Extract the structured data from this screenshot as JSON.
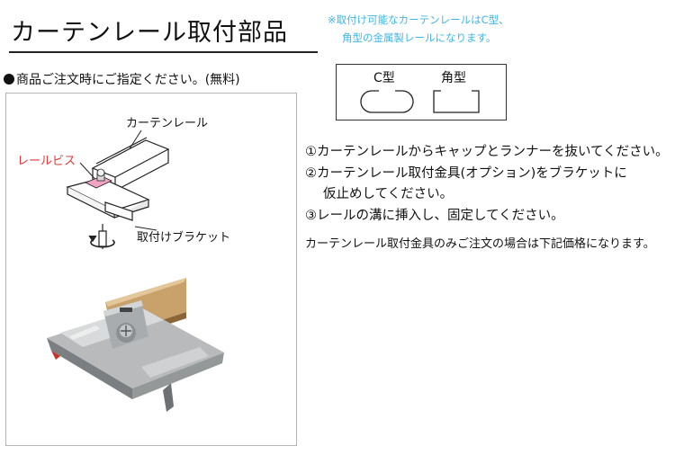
{
  "heading": {
    "title": "カーテンレール取付部品"
  },
  "notice": {
    "line1": "※取付け可能なカーテンレールはC型、",
    "line2": "角型の金属製レールになります。"
  },
  "rail_types": {
    "c_type_label": "C型",
    "square_type_label": "角型"
  },
  "order_note": {
    "text": "商品ご注文時にご指定ください。(無料)"
  },
  "diagram": {
    "label_rail": "カーテンレール",
    "label_screw": "レールビス",
    "label_bracket": "取付けブラケット",
    "screw_label_color": "#e03a3a"
  },
  "instructions": {
    "step1": "①カーテンレールからキャップとランナーを抜いてください。",
    "step2_line1": "②カーテンレール取付金具(オプション)をブラケットに",
    "step2_line2": "仮止めしてください。",
    "step3": "③レールの溝に挿入し、固定してください。",
    "price_note": "カーテンレール取付金具のみご注文の場合は下記価格になります。"
  },
  "colors": {
    "notice_text": "#3fb6e6",
    "wood_rail": "#c9a16a"
  }
}
